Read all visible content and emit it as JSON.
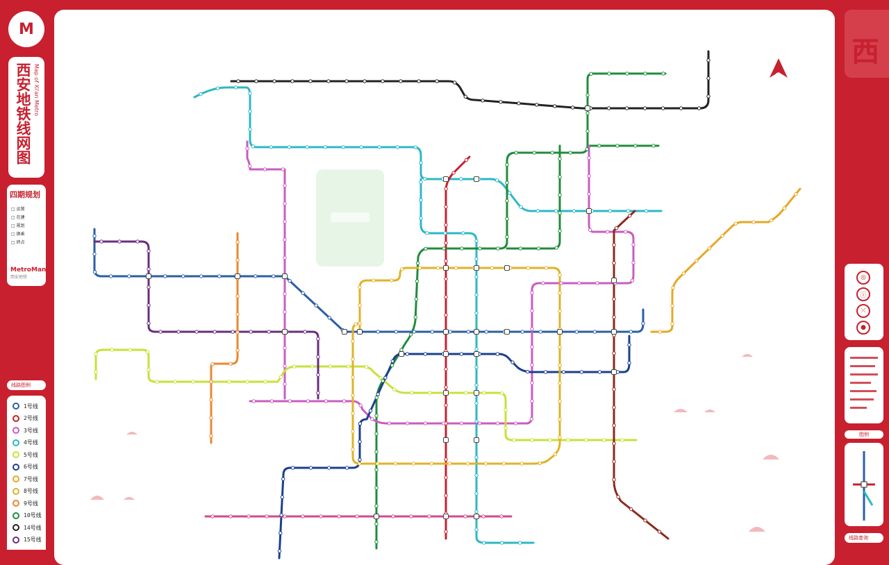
{
  "map": {
    "title_cn": "西安地铁线网图",
    "title_en": "Map of Xi'an Metro",
    "north_label": "N",
    "brand": "MetroMan",
    "brand_sub": "西安地铁",
    "logo_text": "M"
  },
  "plan": {
    "title": "四期规划",
    "rows": [
      "□ 运营",
      "□ 在建",
      "□ 规划",
      "□ 换乘",
      "□ 终点"
    ]
  },
  "legend": {
    "head": "线路图例",
    "lines": [
      {
        "label": "1号线",
        "color": "#2b5ea7"
      },
      {
        "label": "2号线",
        "color": "#c8202f"
      },
      {
        "label": "3号线",
        "color": "#c95cc1"
      },
      {
        "label": "4号线",
        "color": "#2cb8c4"
      },
      {
        "label": "5号线",
        "color": "#c9e03a"
      },
      {
        "label": "6号线",
        "color": "#1b3f8f"
      },
      {
        "label": "7号线",
        "color": "#e5a826"
      },
      {
        "label": "8号线",
        "color": "#e0b228"
      },
      {
        "label": "9号线",
        "color": "#e8882e"
      },
      {
        "label": "10号线",
        "color": "#1f8c3b"
      },
      {
        "label": "14号线",
        "color": "#222222"
      },
      {
        "label": "15号线",
        "color": "#6a2d7d"
      }
    ]
  },
  "right": {
    "corner_text": "西",
    "mini_head": "图例",
    "search": "线路查询"
  },
  "lines": [
    {
      "id": "line14",
      "color": "#222222"
    },
    {
      "id": "line4",
      "color": "#2cb8c4"
    },
    {
      "id": "line2",
      "color": "#c8202f"
    },
    {
      "id": "line10",
      "color": "#1f8c3b"
    },
    {
      "id": "line1",
      "color": "#2b5ea7"
    },
    {
      "id": "line3",
      "color": "#c95cc1"
    },
    {
      "id": "line5",
      "color": "#c9e03a"
    },
    {
      "id": "line6",
      "color": "#1b3f8f"
    },
    {
      "id": "line8",
      "color": "#e0b228"
    },
    {
      "id": "line9",
      "color": "#e8882e"
    },
    {
      "id": "line15",
      "color": "#6a2d7d"
    },
    {
      "id": "line16",
      "color": "#8b2a1e"
    },
    {
      "id": "line13",
      "color": "#e5a826"
    },
    {
      "id": "line12",
      "color": "#d24a8a"
    }
  ]
}
